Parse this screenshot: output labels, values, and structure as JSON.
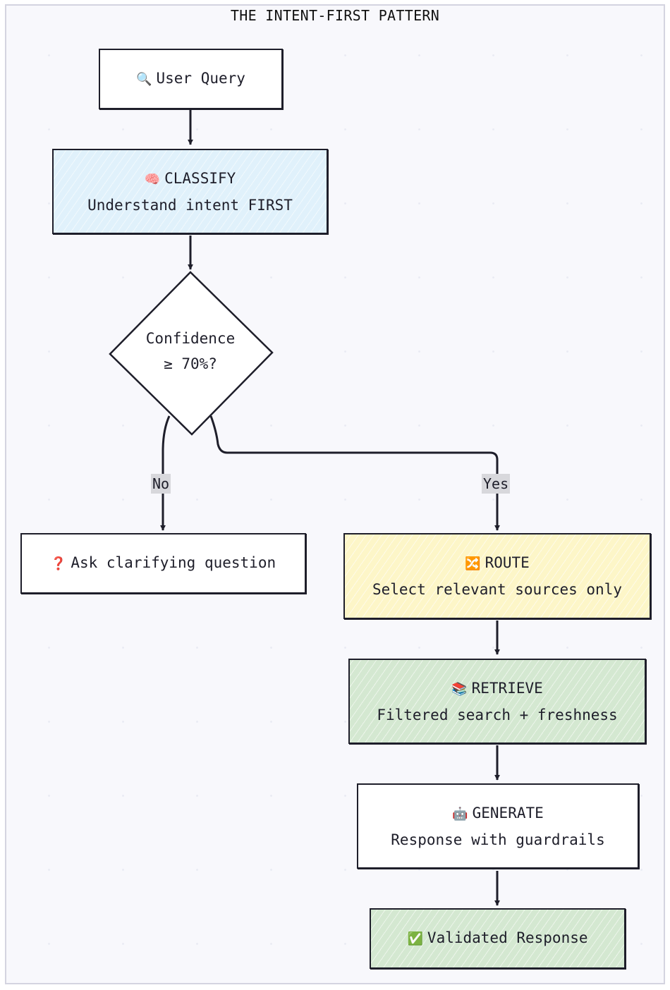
{
  "title": "THE INTENT-FIRST PATTERN",
  "nodes": {
    "user_query": {
      "icon": "search-icon",
      "glyph": "🔍",
      "label": "User Query"
    },
    "classify": {
      "icon": "brain-icon",
      "glyph": "🧠",
      "title": "CLASSIFY",
      "subtitle": "Understand intent FIRST"
    },
    "decision": {
      "line1": "Confidence",
      "line2": "≥ 70%?"
    },
    "clarify": {
      "icon": "question-mark-icon",
      "glyph": "❓",
      "label": "Ask clarifying question"
    },
    "route": {
      "icon": "shuffle-icon",
      "glyph": "🔀",
      "title": "ROUTE",
      "subtitle": "Select relevant sources only"
    },
    "retrieve": {
      "icon": "books-icon",
      "glyph": "📚",
      "title": "RETRIEVE",
      "subtitle": "Filtered search + freshness"
    },
    "generate": {
      "icon": "robot-icon",
      "glyph": "🤖",
      "title": "GENERATE",
      "subtitle": "Response with guardrails"
    },
    "validated": {
      "icon": "check-mark-icon",
      "glyph": "✅",
      "label": "Validated Response"
    }
  },
  "edges": {
    "no_label": "No",
    "yes_label": "Yes"
  },
  "colors": {
    "classify_fill": "#e0f1fb",
    "route_fill": "#fdf6c8",
    "retrieve_fill": "#d4e8d1",
    "validated_fill": "#d4e8d1",
    "stroke": "#1e1e2a"
  }
}
